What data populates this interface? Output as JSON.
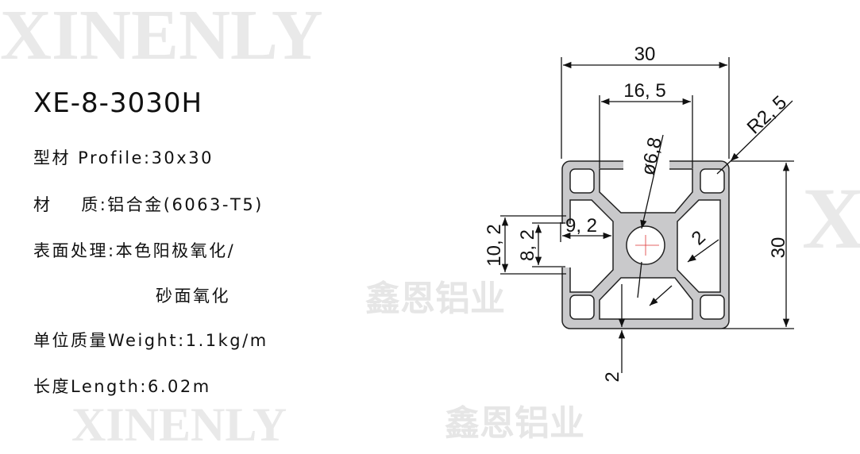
{
  "watermark": {
    "brand_latin": "XINENLY",
    "brand_cn": "鑫恩铝业",
    "letter": "X"
  },
  "title": "XE-8-3030H",
  "specs": [
    {
      "label": "型材 Profile:",
      "value": "30x30"
    },
    {
      "label": "材    质:",
      "value": "铝合金(6063-T5)"
    },
    {
      "label": "表面处理:",
      "value": "本色阳极氧化/"
    },
    {
      "label": "",
      "value": "砂面氧化"
    },
    {
      "label": "单位质量Weight:",
      "value": "1.1kg/m"
    },
    {
      "label": "长度Length:",
      "value": "6.02m"
    }
  ],
  "dimensions": {
    "width": "30",
    "slot_width": "16, 5",
    "corner_radius": "R2, 5",
    "hole_diameter": "ø6,8",
    "height": "30",
    "slot_depth": "9, 2",
    "slot_outer": "10, 2",
    "slot_opening": "8, 2",
    "web_thickness": "2",
    "wall_thickness": "2"
  }
}
